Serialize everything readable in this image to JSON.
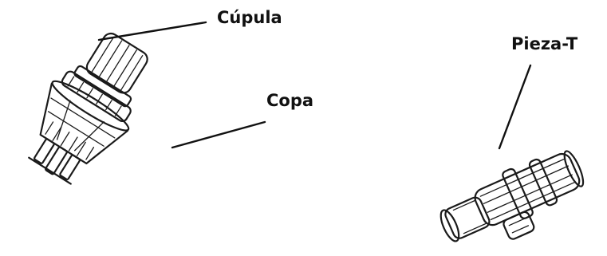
{
  "labels": {
    "cupula": "Cúpula",
    "copa": "Copa",
    "pieza_t": "Pieza-T"
  },
  "colors": {
    "ink": "#1a1a1a",
    "background": "#ffffff"
  }
}
